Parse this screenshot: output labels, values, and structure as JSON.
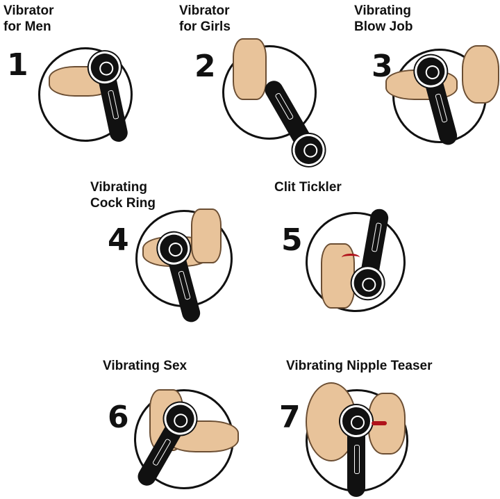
{
  "panels": [
    {
      "number": "1",
      "label": "Vibrator\nfor Men"
    },
    {
      "number": "2",
      "label": "Vibrator\nfor Girls"
    },
    {
      "number": "3",
      "label": "Vibrating\nBlow Job"
    },
    {
      "number": "4",
      "label": "Vibrating\nCock Ring"
    },
    {
      "number": "5",
      "label": "Clit Tickler"
    },
    {
      "number": "6",
      "label": "Vibrating Sex"
    },
    {
      "number": "7",
      "label": "Vibrating Nipple Teaser"
    }
  ],
  "colors": {
    "skin": "#e8c39a",
    "device": "#111111",
    "accent": "#b0121b"
  }
}
